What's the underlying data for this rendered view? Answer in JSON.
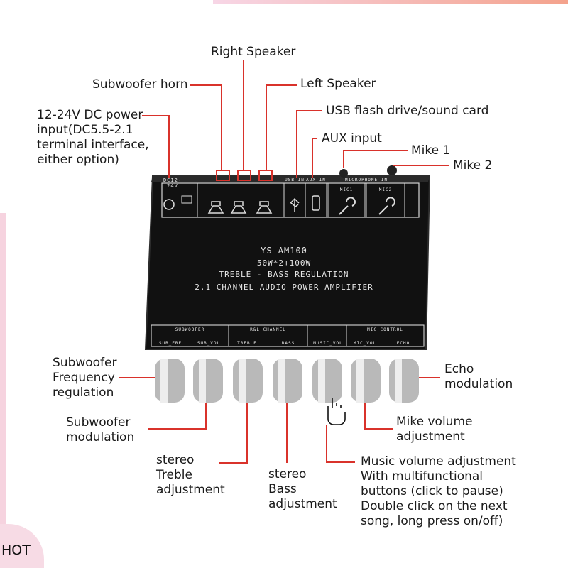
{
  "labels": {
    "right_speaker": "Right Speaker",
    "subwoofer_horn": "Subwoofer horn",
    "left_speaker": "Left Speaker",
    "power_input": "12-24V DC power\ninput(DC5.5-2.1\nterminal interface,\neither option)",
    "usb": "USB flash drive/sound card",
    "aux": "AUX input",
    "mike1": "Mike 1",
    "mike2": "Mike 2",
    "sub_freq": "Subwoofer\nFrequency\nregulation",
    "sub_mod": "Subwoofer\nmodulation",
    "treble": "stereo\nTreble\nadjustment",
    "bass": "stereo\nBass\nadjustment",
    "music_vol": "Music volume adjustment\nWith multifunctional\nbuttons (click to pause)\nDouble click on the next\nsong, long press on/off)",
    "mike_vol": "Mike volume\nadjustment",
    "echo": "Echo\nmodulation"
  },
  "panel": {
    "model": "YS-AM100",
    "power": "50W*2+100W",
    "feature": "TREBLE - BASS REGULATION",
    "desc": "2.1 CHANNEL AUDIO POWER AMPLIFIER",
    "dc_label": "DC12-24V",
    "usb_label": "USB-IN",
    "aux_label": "AUX-IN",
    "mic_group": "MICROPHONE-IN",
    "mic1": "MIC1",
    "mic2": "MIC2",
    "groups": [
      "SUBWOOFER",
      "R&L CHANNEL",
      "MIC CONTROL"
    ],
    "knob_labels": [
      "SUB_FRE",
      "SUB_VOL",
      "TREBLE",
      "BASS",
      "MUSIC_VOL",
      "MIC_VOL",
      "ECHO"
    ]
  },
  "badge": "HOT",
  "colors": {
    "callout": "#d9322b",
    "panel": "#141414",
    "panel_text": "#e6e6e6"
  }
}
